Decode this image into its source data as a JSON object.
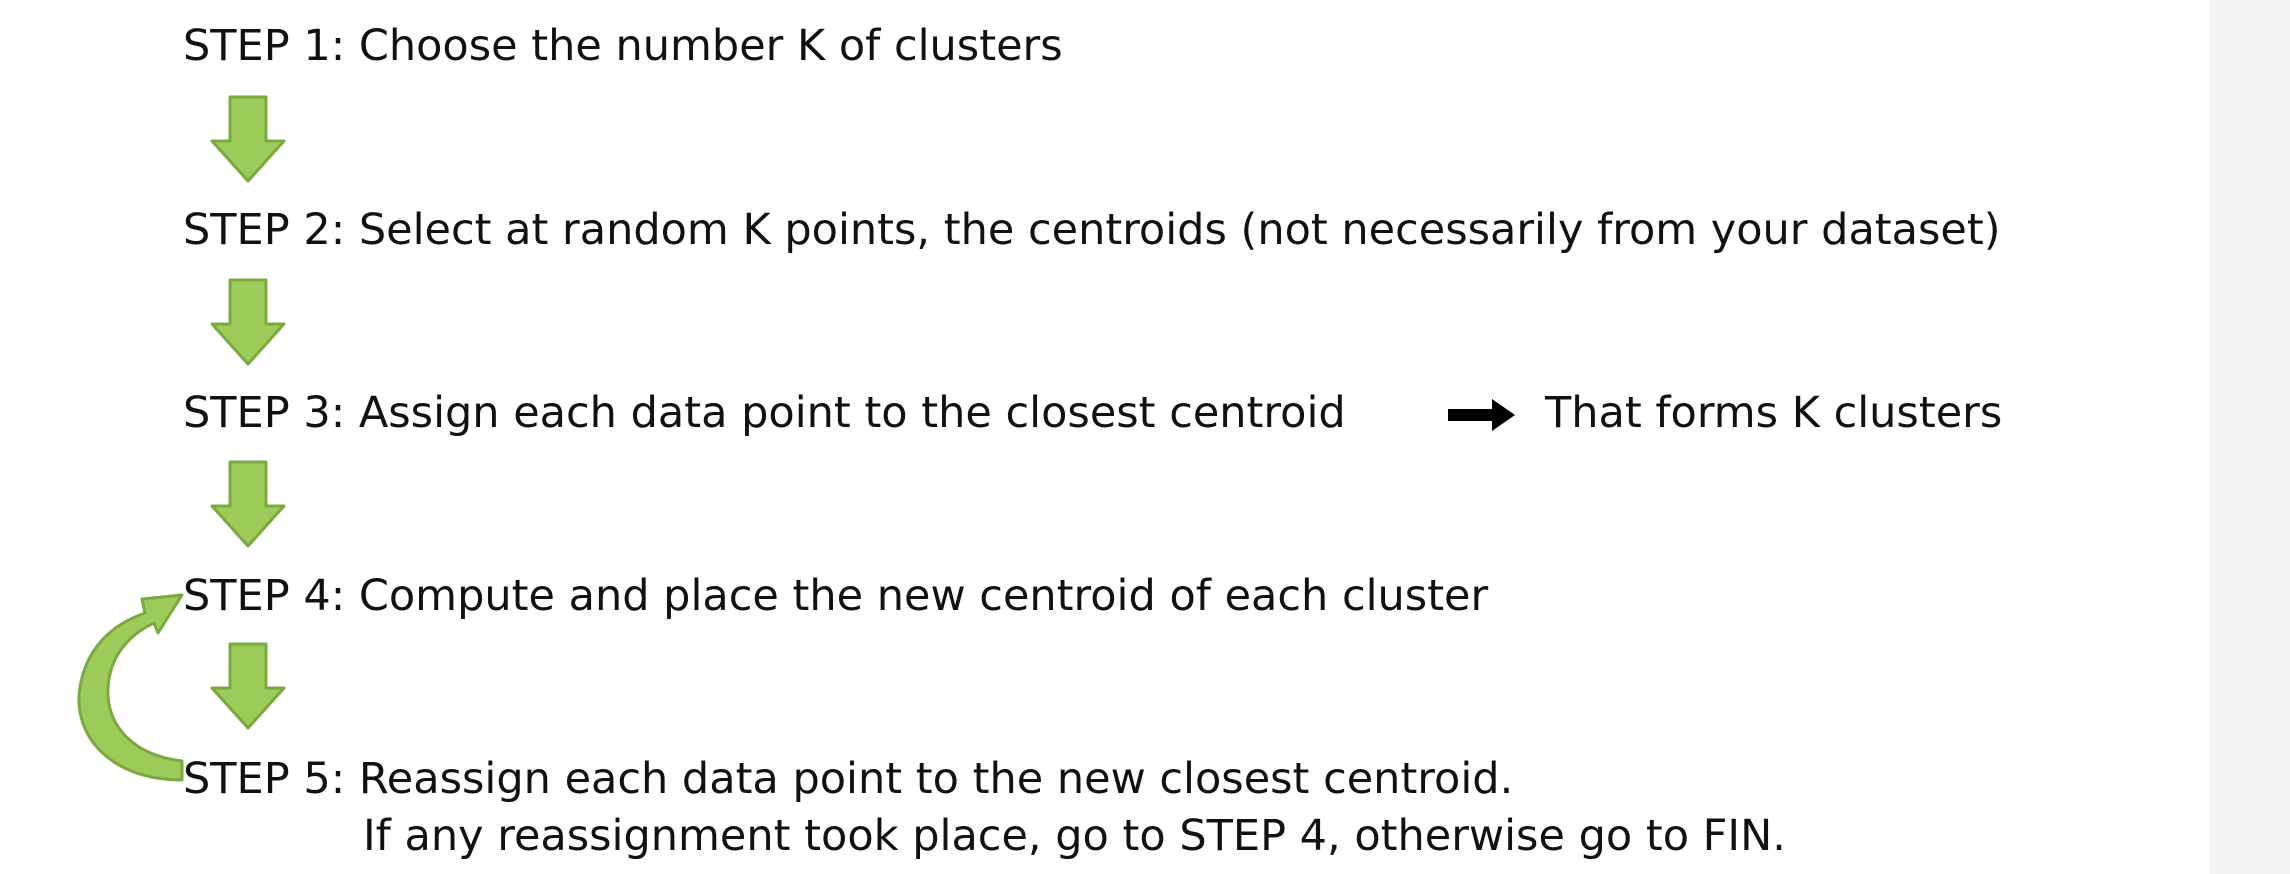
{
  "steps": [
    {
      "label": "STEP 1",
      "text": ": Choose the number K of clusters"
    },
    {
      "label": "STEP 2",
      "text": ": Select at random K points, the centroids (not necessarily from your dataset)"
    },
    {
      "label": "STEP 3",
      "text": ": Assign each data point to the closest centroid",
      "result": "That forms K clusters"
    },
    {
      "label": "STEP 4",
      "text": ": Compute and place the new centroid of each cluster"
    },
    {
      "label": "STEP 5",
      "text": ": Reassign each data point to the new closest centroid.",
      "text2": "If any reassignment took place, go to STEP 4, otherwise go to FIN."
    }
  ],
  "icons": {
    "down_arrow": "down-arrow-icon",
    "right_arrow": "right-arrow-icon",
    "loop_arrow": "loop-back-arrow-icon"
  },
  "colors": {
    "arrow_fill": "#9ccb5a",
    "arrow_stroke": "#7aa93f",
    "text": "#111111",
    "right_arrow": "#000000"
  }
}
